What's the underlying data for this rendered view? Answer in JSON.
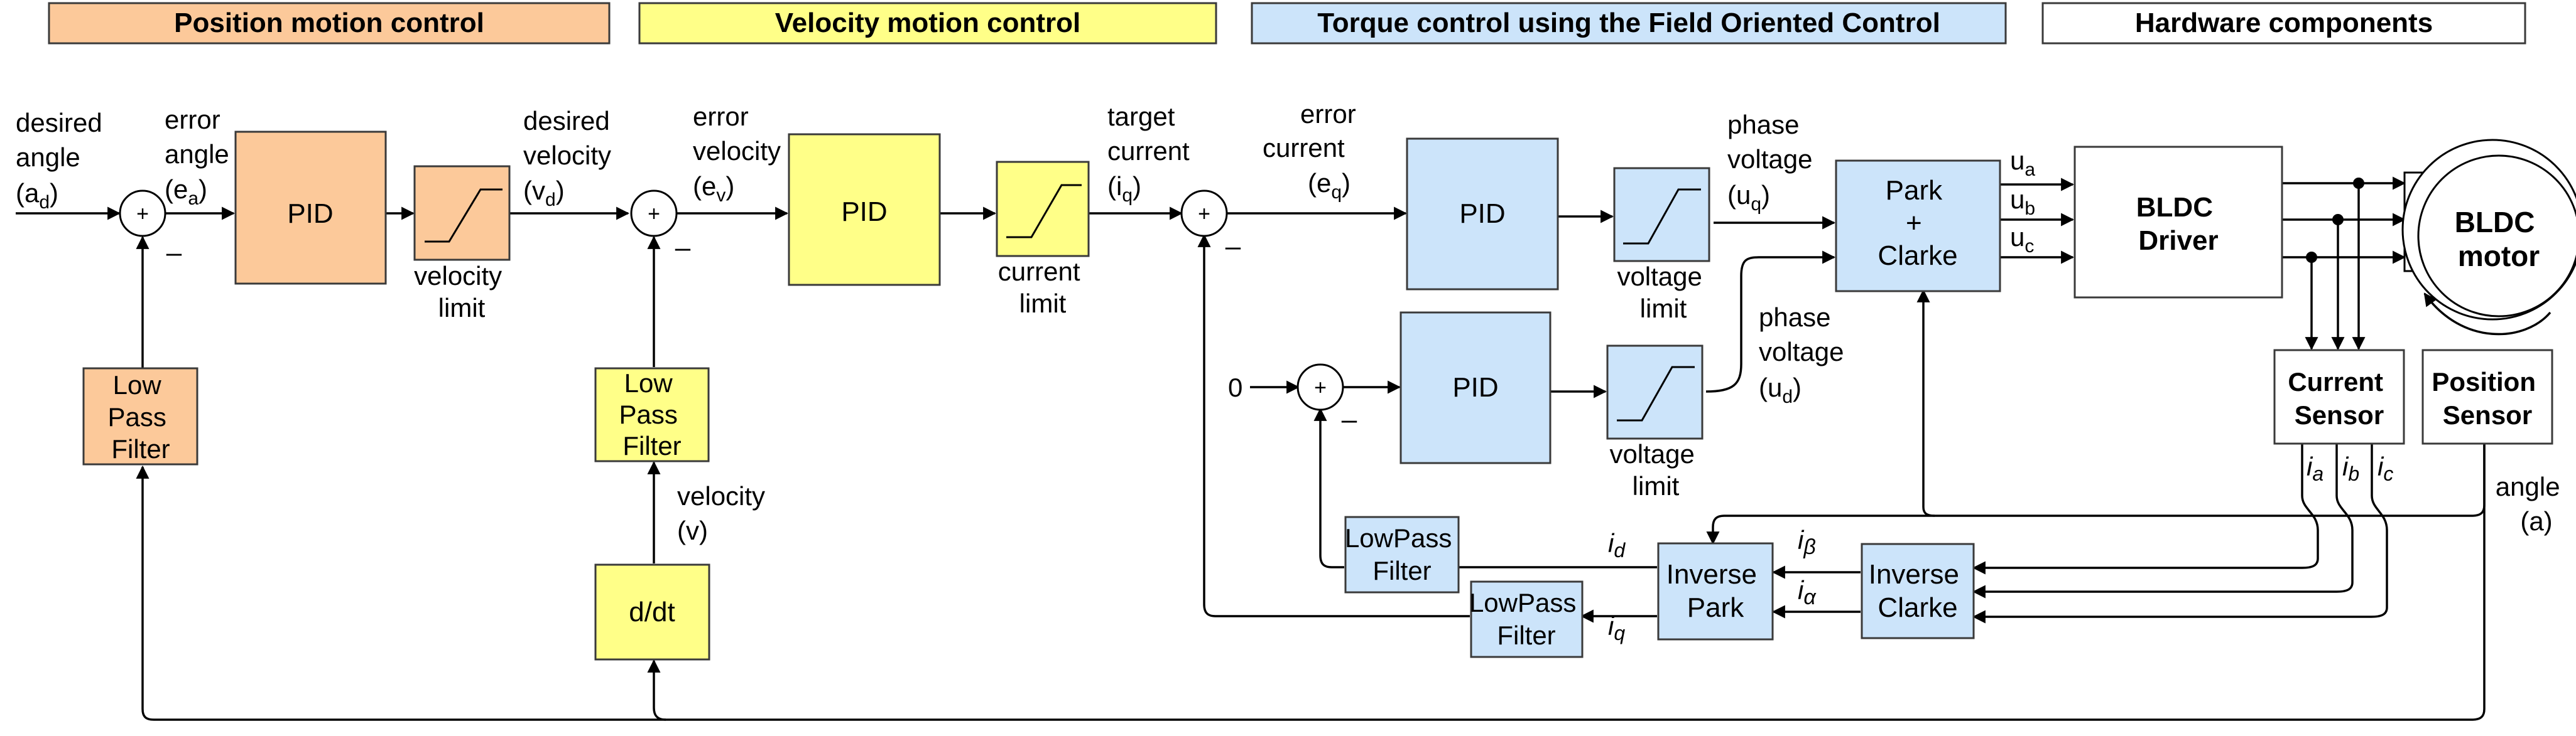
{
  "colors": {
    "position": "#FCC99A",
    "velocity": "#FFFF88",
    "torque": "#CCE4FA",
    "hardware": "#FFFFFF",
    "line": "#000000"
  },
  "legend": {
    "position": "Position motion control",
    "velocity": "Velocity motion control",
    "torque": "Torque control using the Field Oriented Control",
    "hardware": "Hardware components"
  },
  "signals": {
    "desired_angle": [
      "desired",
      "angle",
      "(a",
      "d",
      ")"
    ],
    "error_angle": [
      "error",
      "angle",
      "(e",
      "a",
      ")"
    ],
    "desired_velocity": [
      "desired",
      "velocity",
      "(v",
      "d",
      ")"
    ],
    "error_velocity": [
      "error",
      "velocity",
      "(e",
      "v",
      ")"
    ],
    "target_current": [
      "target",
      "current",
      "(i",
      "q",
      ")"
    ],
    "error_current": [
      "error",
      "current",
      "(e",
      "q",
      ")"
    ],
    "phase_voltage_q": [
      "phase",
      "voltage",
      "(u",
      "q",
      ")"
    ],
    "phase_voltage_d": [
      "phase",
      "voltage",
      "(u",
      "d",
      ")"
    ],
    "velocity": [
      "velocity",
      "(v)"
    ],
    "angle": [
      "angle",
      "(a)"
    ],
    "zero": "0",
    "ua": [
      "u",
      "a"
    ],
    "ub": [
      "u",
      "b"
    ],
    "uc": [
      "u",
      "c"
    ],
    "ia": [
      "i",
      "a"
    ],
    "ib": [
      "i",
      "b"
    ],
    "ic": [
      "i",
      "c"
    ],
    "id": [
      "i",
      "d"
    ],
    "iq": [
      "i",
      "q"
    ],
    "ialpha": [
      "i",
      "α"
    ],
    "ibeta": [
      "i",
      "β"
    ]
  },
  "blocks": {
    "pid": "PID",
    "lowpass_3line": [
      "Low",
      "Pass",
      "Filter"
    ],
    "lowpass_2line": [
      "LowPass",
      "Filter"
    ],
    "ddt": "d/dt",
    "velocity_limit": [
      "velocity",
      "limit"
    ],
    "current_limit": [
      "current",
      "limit"
    ],
    "voltage_limit": [
      "voltage",
      "limit"
    ],
    "park_clarke": [
      "Park",
      "+",
      "Clarke"
    ],
    "inverse_park": [
      "Inverse",
      "Park"
    ],
    "inverse_clarke": [
      "Inverse",
      "Clarke"
    ],
    "bldc_driver": [
      "BLDC",
      "Driver"
    ],
    "current_sensor": [
      "Current",
      "Sensor"
    ],
    "position_sensor": [
      "Position",
      "Sensor"
    ],
    "bldc_motor": [
      "BLDC",
      "motor"
    ],
    "sum_plus": "+",
    "sum_minus": "–"
  }
}
